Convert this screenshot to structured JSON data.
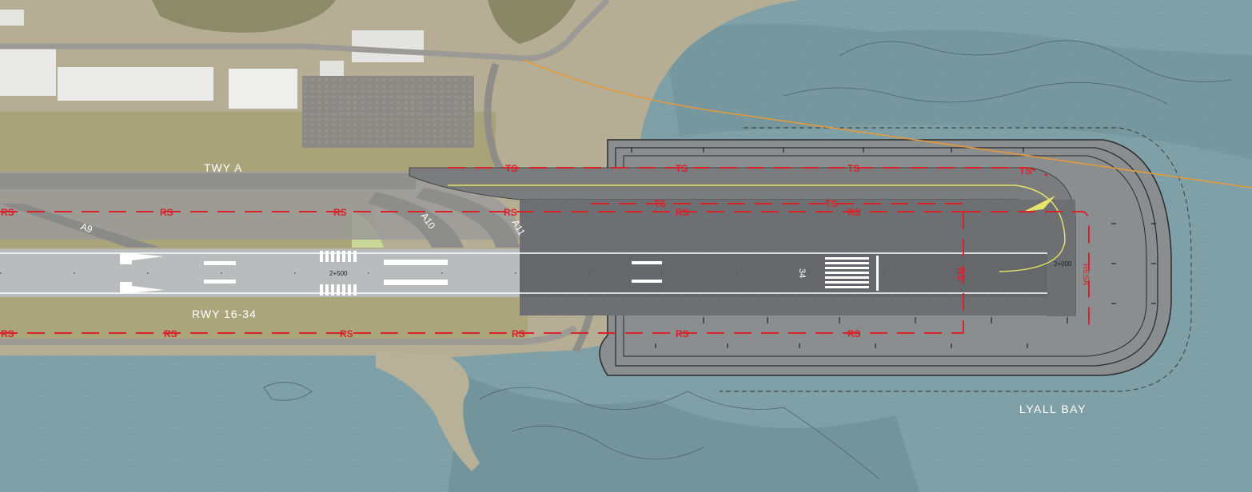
{
  "labels": {
    "taxiway": "TWY A",
    "runway": "RWY 16-34",
    "bay": "LYALL BAY",
    "chainage_main": "2+500",
    "chainage_end": "2+000",
    "runway_number": "34",
    "resa": "RESA",
    "rs": "RS",
    "ts": "TS",
    "taxi_a9": "A9",
    "taxi_a10": "A10",
    "taxi_a11": "A11"
  },
  "colors": {
    "sea": "#7fa0a8",
    "sea_dark": "#6b8c96",
    "grass": "#a9a37a",
    "pavement": "#9a9a98",
    "runway_existing": "#b9bbbc",
    "runway_extension": "#6e7073",
    "red_line": "#d8232a",
    "yellow_line": "#e8e46a",
    "orange_line": "#e39a3c",
    "land": "#b4ad92"
  }
}
